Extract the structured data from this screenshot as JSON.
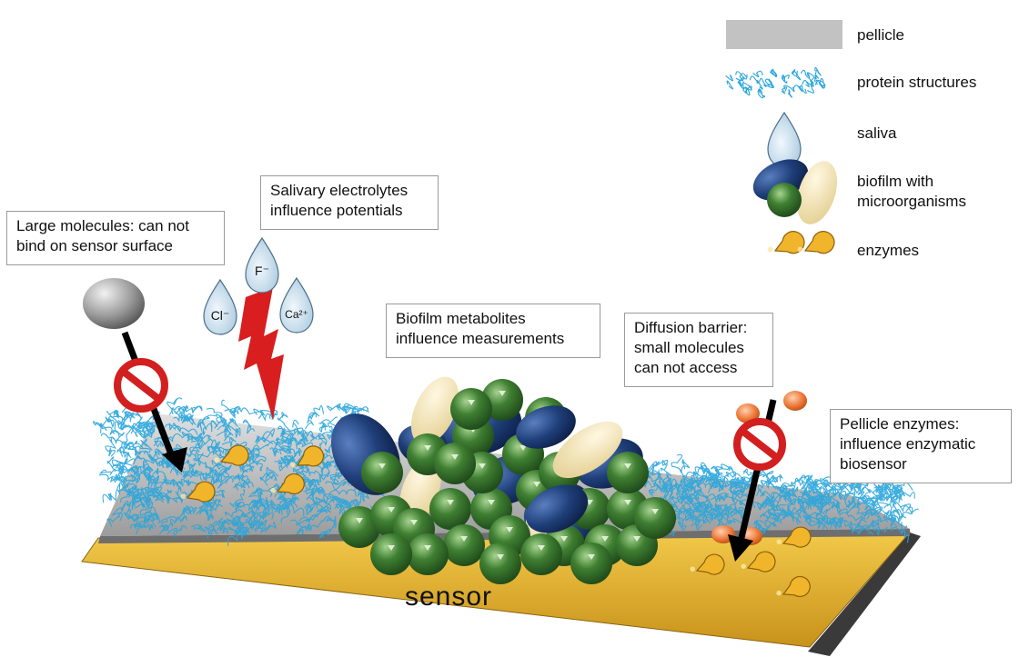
{
  "legend": {
    "pellicle": "pellicle",
    "protein_structures": "protein structures",
    "saliva": "saliva",
    "biofilm": "biofilm with\nmicroorganisms",
    "enzymes": "enzymes"
  },
  "callouts": {
    "large_molecules": "Large molecules: can not\nbind on sensor surface",
    "salivary_electrolytes": "Salivary electrolytes\ninfluence potentials",
    "biofilm_metabolites": "Biofilm metabolites\ninfluence measurements",
    "diffusion_barrier": "Diffusion barrier:\nsmall molecules\ncan not access",
    "pellicle_enzymes": "Pellicle enzymes:\ninfluence enzymatic\nbiosensor"
  },
  "ions": {
    "fluoride": "F⁻",
    "chloride": "Cl⁻",
    "calcium": "Ca²⁺"
  },
  "sensor_label": "sensor",
  "colors": {
    "sensor_gold": "#e3b52a",
    "pellicle_gray": "#bdbdbd",
    "protein_blue": "#2aa6dc",
    "biofilm_green": "#3e7d32",
    "biofilm_blue": "#1f3f7a",
    "biofilm_cream": "#f3dfa6",
    "enzyme_gold": "#f0b52a",
    "electrolyte_red": "#d81e1e",
    "saliva_blue": "#cfe4f2",
    "small_molecule_orange": "#ee7a3a"
  }
}
